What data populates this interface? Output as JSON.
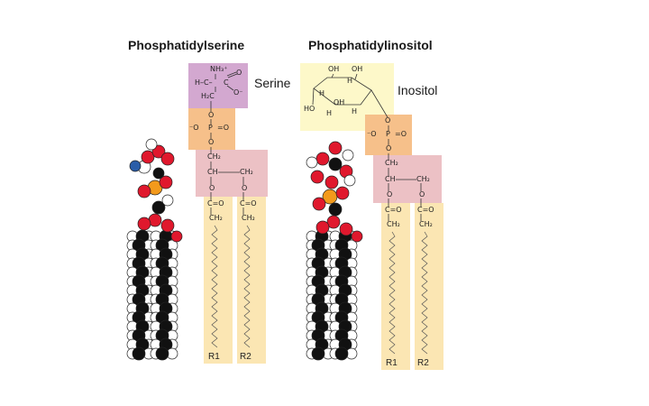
{
  "titles": {
    "left": "Phosphatidylserine",
    "right": "Phosphatidylinositol"
  },
  "labels": {
    "serine": "Serine",
    "inositol": "Inositol",
    "r1": "R1",
    "r2": "R2"
  },
  "colors": {
    "serine_box": "#d3a8d0",
    "phosphate_box": "#f6c08a",
    "glycerol_box": "#ecc1c5",
    "chain_box": "#fbe6b3",
    "inositol_box": "#fdf8c9",
    "oxygen": "#e0182d",
    "carbon": "#111111",
    "hydrogen": "#ffffff",
    "phosphorus": "#f39a1c",
    "nitrogen": "#2a5da8"
  },
  "chem": {
    "nh3": "NH₃⁺",
    "h_c": "H–C–",
    "c": "C",
    "o": "O",
    "o_minus": "O⁻",
    "h2c": "H₂C",
    "ch2": "CH₂",
    "ch": "CH",
    "p": "P",
    "o_minus_left": "⁻O",
    "double_o": "=O",
    "oh": "OH",
    "ho": "HO",
    "h": "H",
    "c_eq_o": "C=O"
  }
}
